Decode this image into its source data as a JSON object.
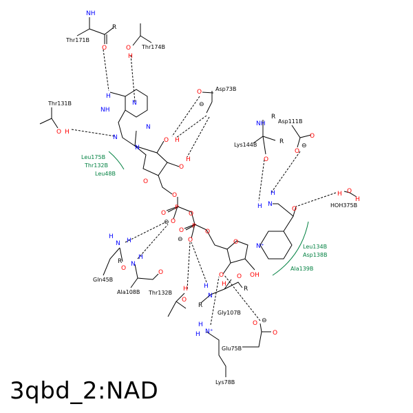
{
  "caption": "3qbd_2:NAD",
  "colors": {
    "bond": "#000000",
    "nitrogen": "#0000ff",
    "oxygen": "#ff0000",
    "hydrophobic": "#008040"
  },
  "residues": {
    "thr171": "Thr171B",
    "thr174": "Thr174B",
    "thr131": "Thr131B",
    "asp73": "Asp73B",
    "asp111": "Asp111B",
    "lys144": "Lys144B",
    "hoh375": "HOH375B",
    "gln45": "Gln45B",
    "ala108": "Ala108B",
    "thr132": "Thr132B",
    "gly107": "Gly107B",
    "glu75": "Glu75B",
    "lys78": "Lys78B"
  },
  "hydrophobic_contacts": {
    "left": [
      "Leu175B",
      "Thr132B",
      "Leu48B"
    ],
    "right": [
      "Leu134B",
      "Asp138B",
      "Ala139B"
    ]
  },
  "atoms": {
    "N": "N",
    "O": "O",
    "H": "H",
    "P": "P",
    "R": "R",
    "NH": "NH",
    "NH2": "NH",
    "minus": "⊖",
    "nplus": "N⁺",
    "oh": "OH"
  }
}
